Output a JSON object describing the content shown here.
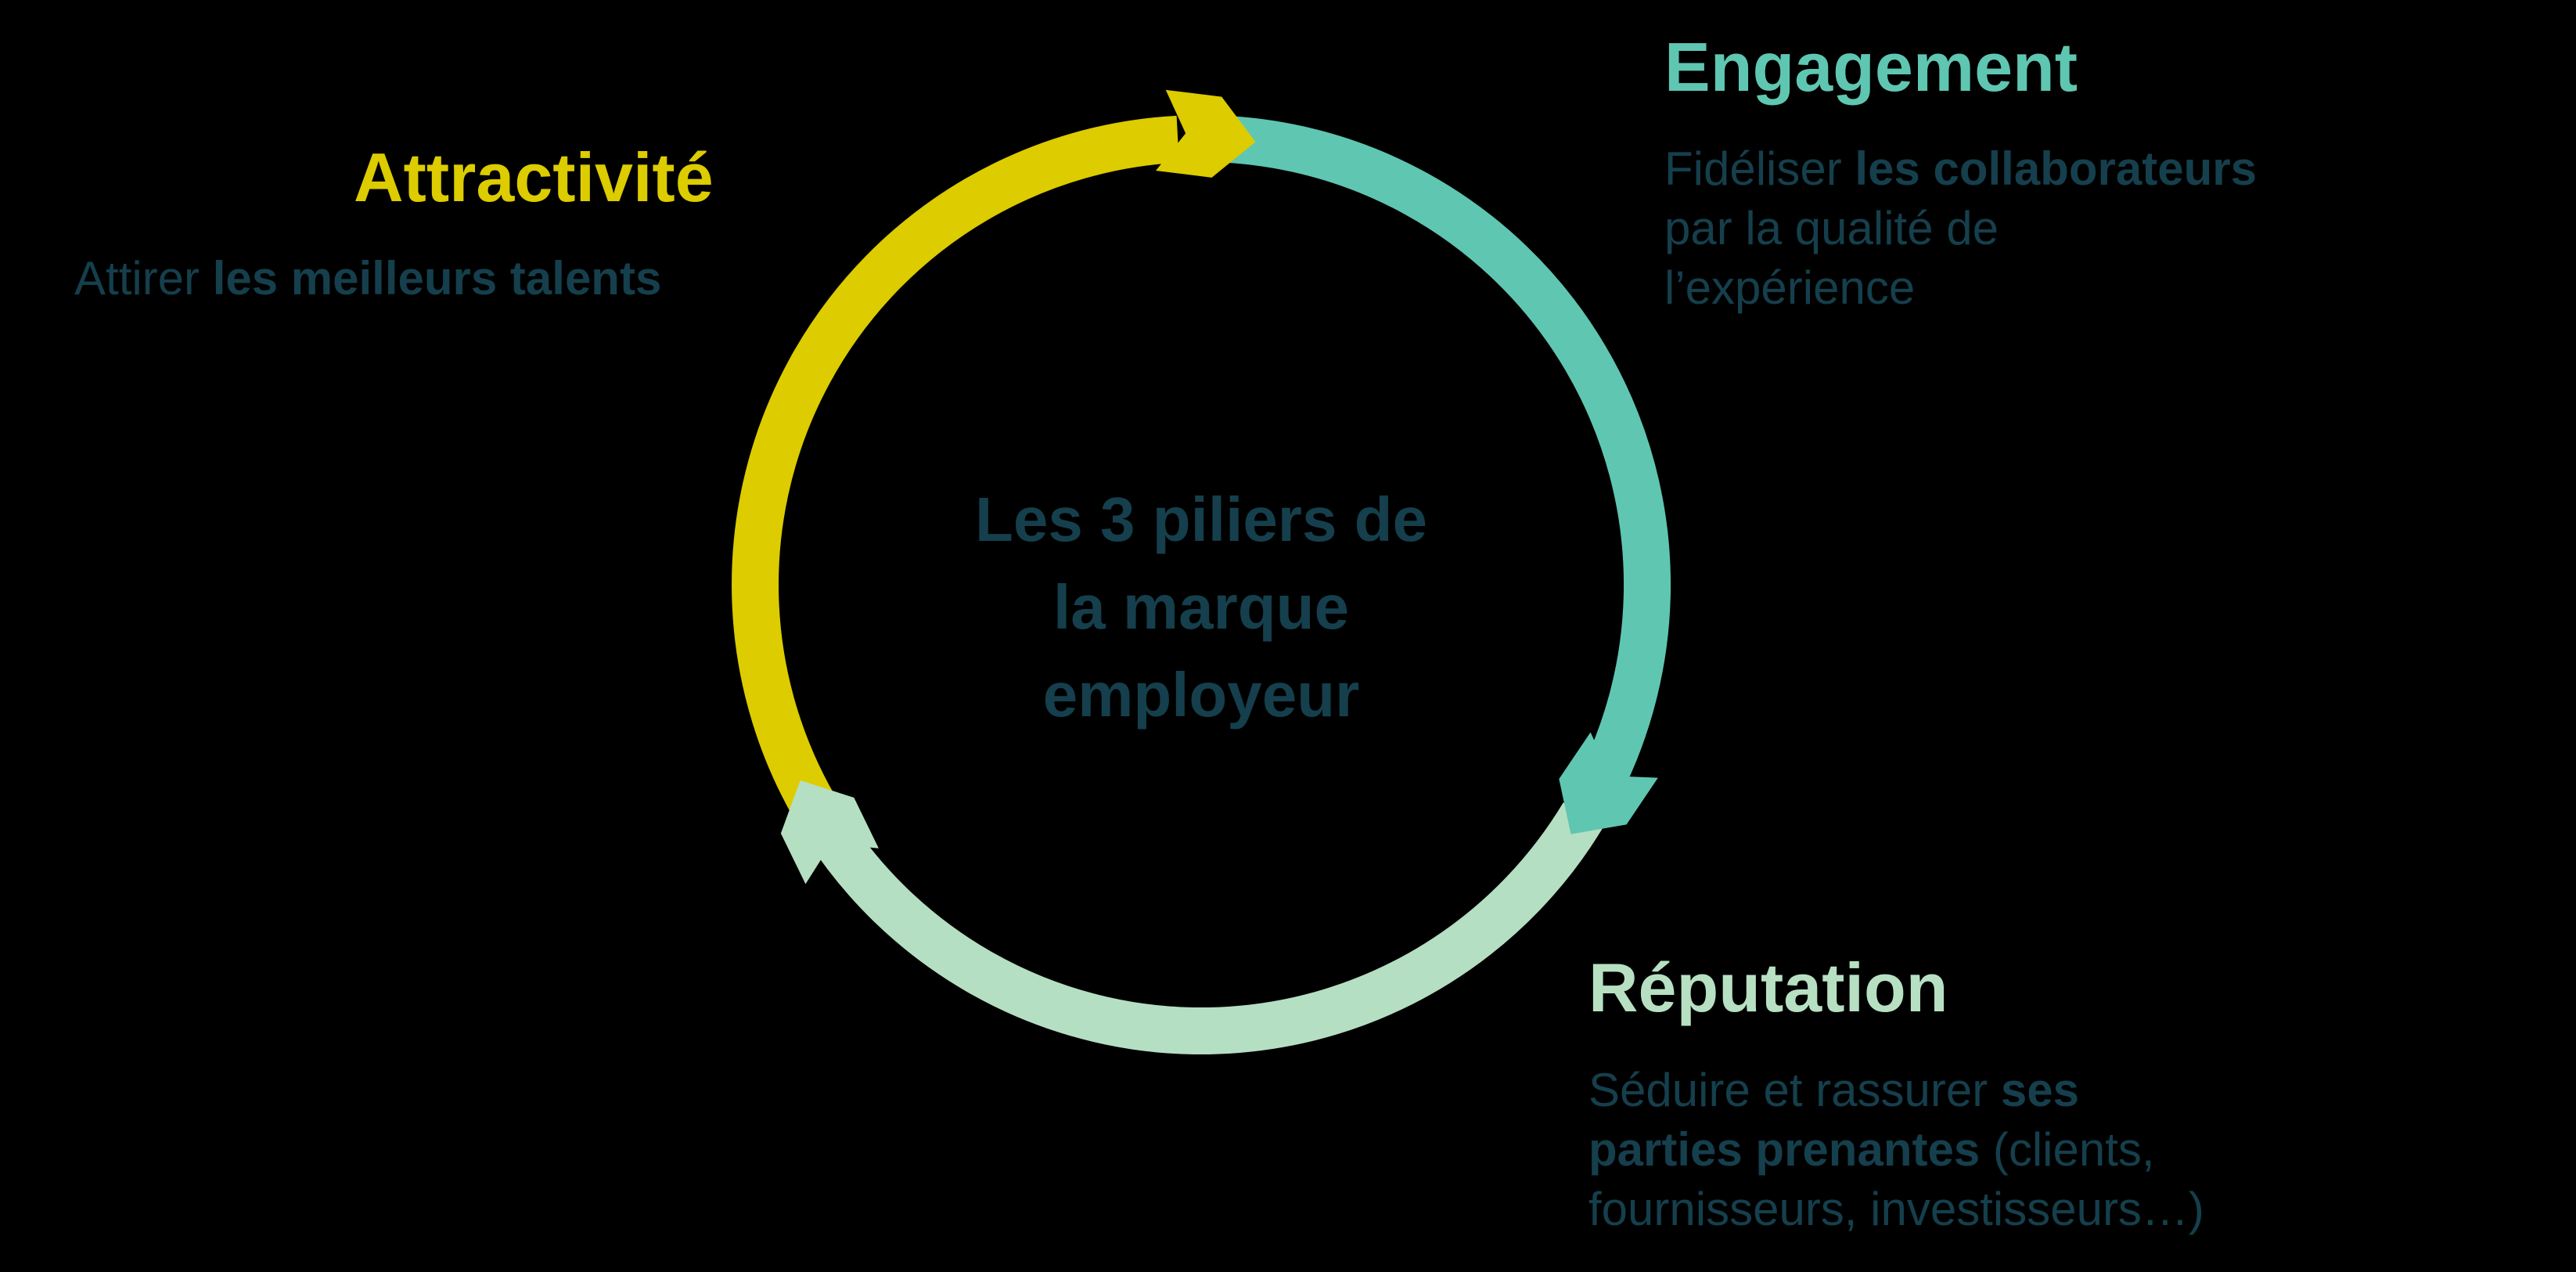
{
  "diagram": {
    "type": "cycle",
    "center": {
      "line1": "Les 3 piliers de",
      "line2": "la marque",
      "line3": "employeur"
    },
    "pillars": {
      "attractivite": {
        "title": "Attractivité",
        "body_regular": "Attirer ",
        "body_bold": "les meilleurs talents"
      },
      "engagement": {
        "title": "Engagement",
        "line1_regular": "Fidéliser ",
        "line1_bold": "les collaborateurs",
        "line2": "par la qualité de",
        "line3": "l’expérience"
      },
      "reputation": {
        "title": "Réputation",
        "line1_regular": "Séduire et rassurer ",
        "line1_bold": "ses",
        "line2_bold": "parties prenantes ",
        "line2_regular": "(clients,",
        "line3": "fournisseurs, investisseurs…)"
      }
    }
  },
  "colors": {
    "background": "#000000",
    "yellow": "#DCCC00",
    "teal": "#5FC6B1",
    "mint": "#B5DFC2",
    "dark_text": "#153F4C"
  }
}
